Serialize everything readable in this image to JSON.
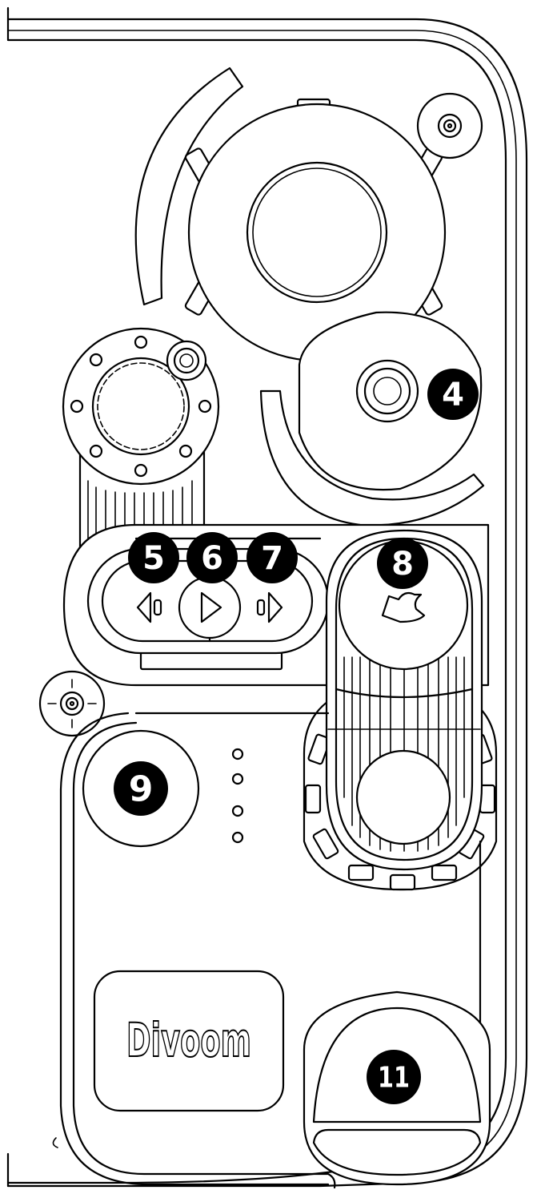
{
  "callouts": {
    "c4": "4",
    "c5": "5",
    "c6": "6",
    "c7": "7",
    "c8": "8",
    "c9": "9",
    "c11": "11"
  },
  "logo": {
    "text": "Divoom"
  },
  "icons": {
    "prev": "previous-track-icon",
    "play": "play-icon",
    "next": "next-track-icon",
    "hand": "hand-gesture-icon"
  },
  "colors": {
    "line": "#000000",
    "background": "#ffffff",
    "badge": "#000000"
  }
}
